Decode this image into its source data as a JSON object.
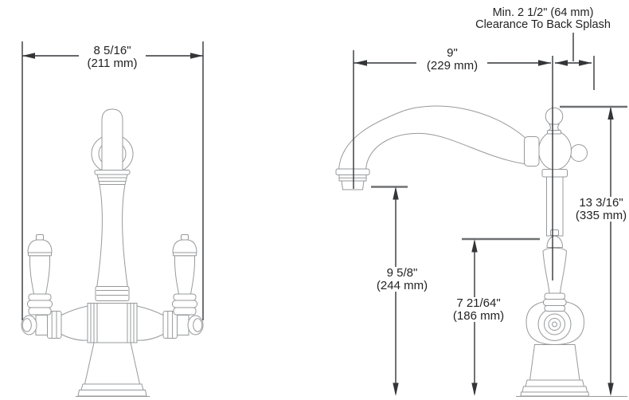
{
  "diagram": {
    "type": "faucet-installation-dimension-drawing",
    "colors": {
      "drawing_line": "#97999b",
      "dimension_line": "#333538",
      "target_line": "#6f7173",
      "text": "#232323",
      "background": "#ffffff"
    },
    "dimensions": {
      "front_width": {
        "in": "8 5/16\"",
        "mm": "(211 mm)"
      },
      "spout_reach": {
        "in": "9\"",
        "mm": "(229 mm)"
      },
      "clearance": {
        "line1": "Min. 2 1/2\" (64 mm)",
        "line2": "Clearance To Back Splash"
      },
      "overall_height": {
        "in": "13 3/16\"",
        "mm": "(335 mm)"
      },
      "spout_outlet_height": {
        "in": "9 5/8\"",
        "mm": "(244 mm)"
      },
      "handle_height": {
        "in": "7 21/64\"",
        "mm": "(186 mm)"
      }
    }
  }
}
